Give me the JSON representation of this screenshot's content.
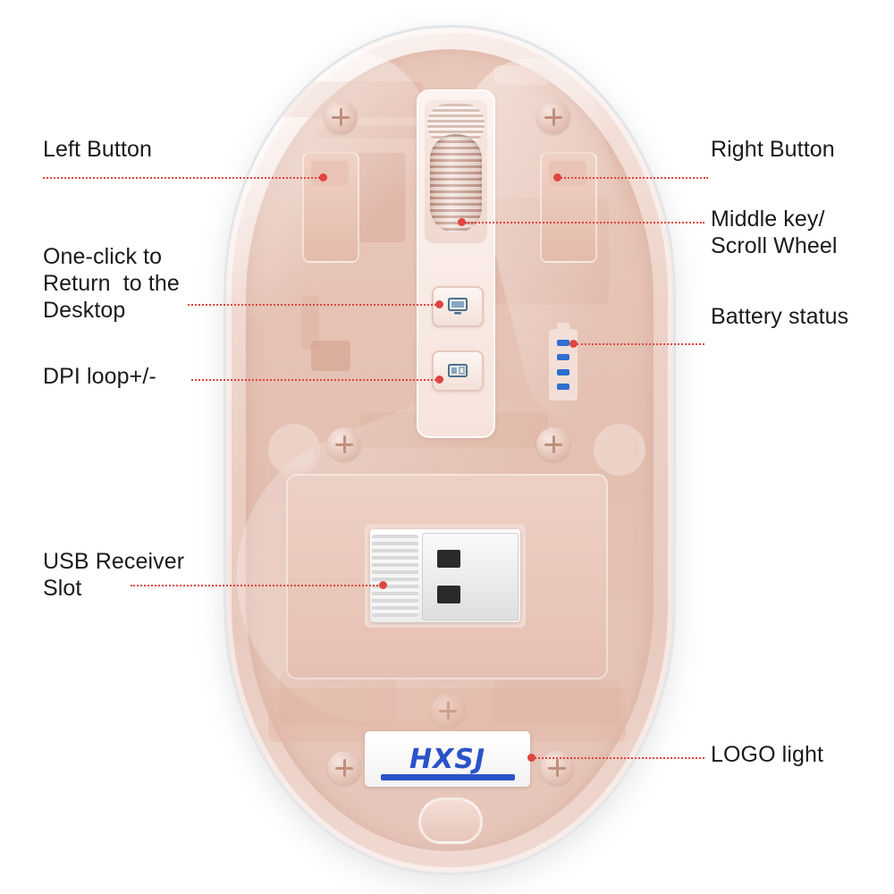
{
  "diagram": {
    "type": "annotated-product-diagram",
    "subject": "transparent wireless mouse internal view",
    "brand_logo_text": "HXSJ",
    "accent_color": "#e0453f",
    "label_color": "#1a1a1a",
    "logo_color": "#2a53c9",
    "battery_led_color": "#2f6fd0",
    "callouts": [
      {
        "id": "left-button",
        "label": "Left Button",
        "side": "left"
      },
      {
        "id": "right-button",
        "label": "Right Button",
        "side": "right"
      },
      {
        "id": "middle-key",
        "label": "Middle key/\nScroll Wheel",
        "side": "right"
      },
      {
        "id": "return-desktop",
        "label": "One-click to\nReturn  to the\nDesktop",
        "side": "left"
      },
      {
        "id": "battery-status",
        "label": "Battery status",
        "side": "right"
      },
      {
        "id": "dpi-loop",
        "label": "DPI loop+/-",
        "side": "left"
      },
      {
        "id": "usb-receiver",
        "label": "USB Receiver\nSlot",
        "side": "left"
      },
      {
        "id": "logo-light",
        "label": "LOGO light",
        "side": "right"
      }
    ]
  }
}
